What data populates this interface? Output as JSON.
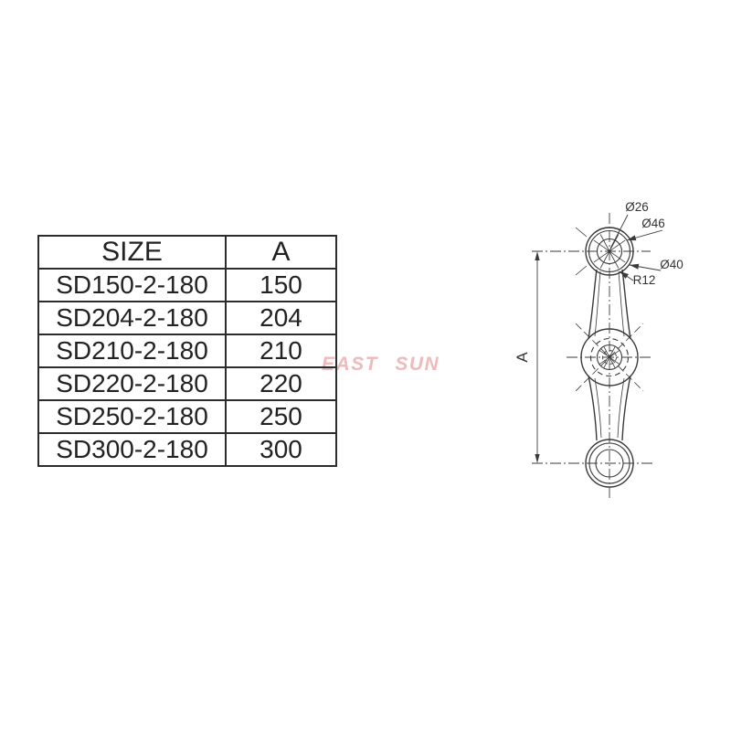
{
  "page": {
    "background": "#ffffff"
  },
  "watermark": {
    "text": "EAST SUN",
    "color": "#f0babb"
  },
  "size_table": {
    "header": {
      "size": "SIZE",
      "a": "A"
    },
    "rows": [
      {
        "size": "SD150-2-180",
        "a": "150"
      },
      {
        "size": "SD204-2-180",
        "a": "204"
      },
      {
        "size": "SD210-2-180",
        "a": "210"
      },
      {
        "size": "SD220-2-180",
        "a": "220"
      },
      {
        "size": "SD250-2-180",
        "a": "250"
      },
      {
        "size": "SD300-2-180",
        "a": "300"
      }
    ]
  },
  "drawing": {
    "dimension_label": "A",
    "labels": {
      "top_hole_dia": "Ø26",
      "outer_dia": "Ø46",
      "ring_dia": "Ø40",
      "fillet_radius": "R12"
    },
    "line_color": "#3a3a3a"
  }
}
